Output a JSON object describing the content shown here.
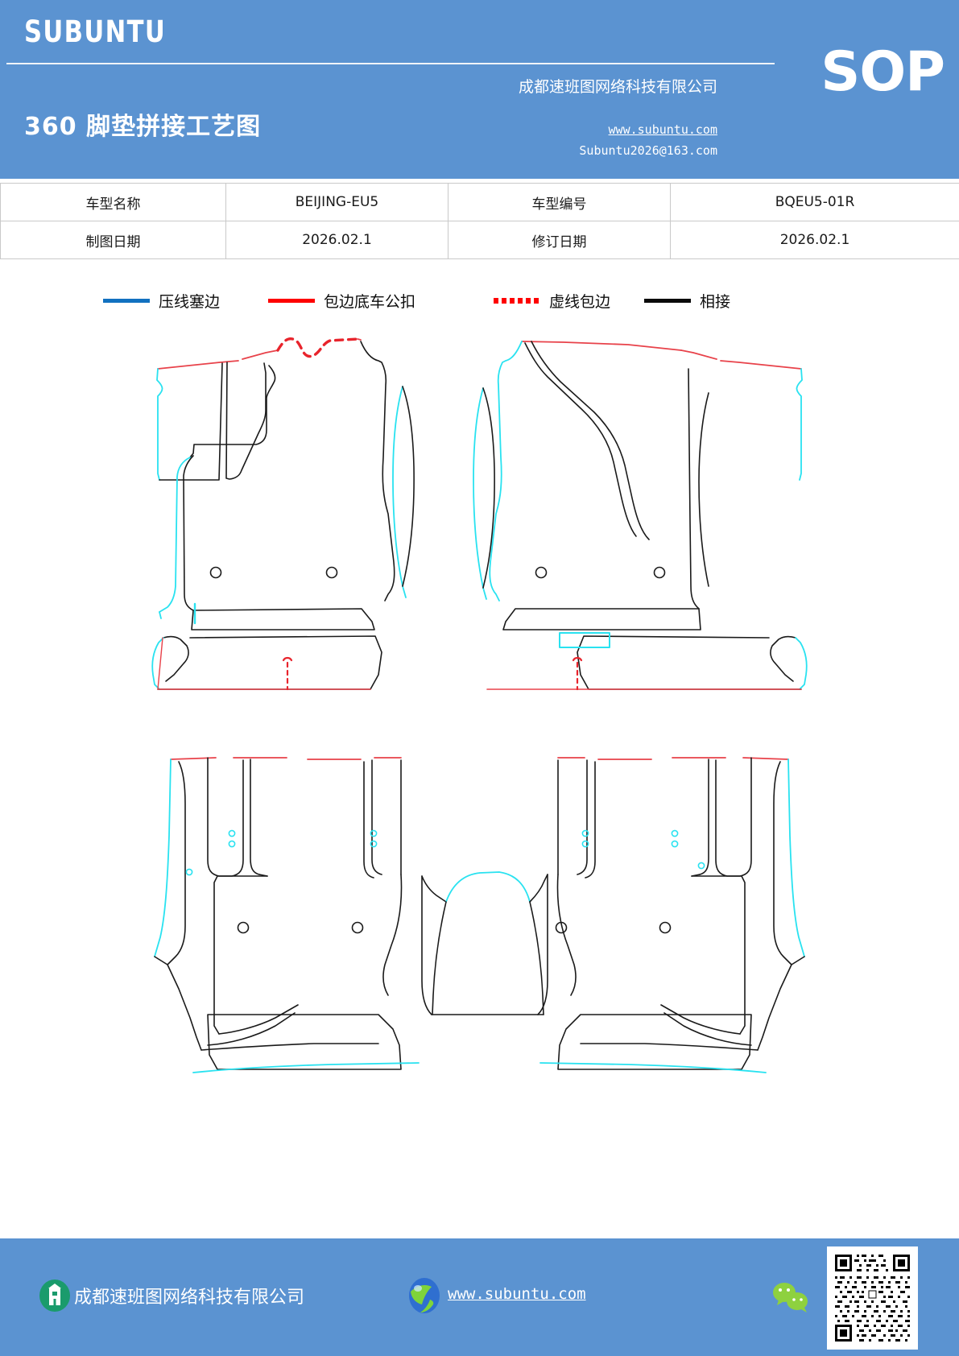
{
  "header": {
    "brand": "SUBUNTU",
    "doc_title": "360 脚垫拼接工艺图",
    "company_cn": "成都速班图网络科技有限公司",
    "badge": "SOP",
    "website": "www.subuntu.com",
    "email": "Subuntu2026@163.com"
  },
  "info_table": {
    "rows": [
      {
        "label": "车型名称",
        "value": "BEIJING-EU5",
        "label2": "车型编号",
        "value2": "BQEU5-01R"
      },
      {
        "label": "制图日期",
        "value": "2026.02.1",
        "label2": "修订日期",
        "value2": "2026.02.1"
      }
    ]
  },
  "legend": {
    "items": [
      {
        "label": "压线塞边",
        "color": "#1271c0",
        "style": "solid"
      },
      {
        "label": "包边底车公扣",
        "color": "#fe0000",
        "style": "solid"
      },
      {
        "label": "虚线包边",
        "color": "#fe0000",
        "style": "dotted"
      },
      {
        "label": "相接",
        "color": "#0a0a0a",
        "style": "solid"
      }
    ]
  },
  "drawing": {
    "type": "technical-pattern-drawing",
    "description": "360 度汽车脚垫拼接裁片工艺图，含前排左右脚垫与后排脚垫裁片轮廓",
    "colors": {
      "seam_black": "#1a1a1a",
      "press_edge_cyan": "#29e2f0",
      "binding_red": "#e8424a",
      "dashed_red": "#e8242c"
    },
    "pieces": [
      {
        "name": "前排左脚垫",
        "position": "top-left",
        "grommets": 2
      },
      {
        "name": "前排右脚垫",
        "position": "top-right",
        "grommets": 2
      },
      {
        "name": "后排左脚垫",
        "position": "bottom-left",
        "grommets": 2
      },
      {
        "name": "后排右脚垫",
        "position": "bottom-right",
        "grommets": 2
      }
    ]
  },
  "footer": {
    "company": "成都速班图网络科技有限公司",
    "website": "www.subuntu.com"
  }
}
